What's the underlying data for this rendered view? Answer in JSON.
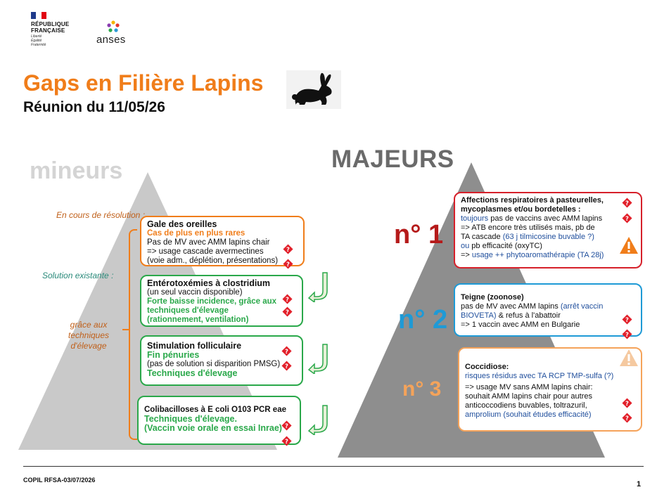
{
  "logos": {
    "republique_line1": "RÉPUBLIQUE",
    "republique_line2": "FRANÇAISE",
    "motto": [
      "Liberté",
      "Égalité",
      "Fraternité"
    ],
    "anses": "anses"
  },
  "title": "Gaps en Filière Lapins",
  "subtitle": "Réunion du 11/05/26",
  "mineurs": "mineurs",
  "majeurs": "MAJEURS",
  "side_labels": {
    "en_cours": "En cours de résolution :",
    "solution": "Solution existante :",
    "grace": "grâce aux techniques d'élevage"
  },
  "minor_boxes": {
    "gale": {
      "title": "Gale des oreilles",
      "highlight": "Cas de plus en plus rares",
      "line1": "Pas de MV avec AMM lapins chair",
      "line2": "=> usage cascade avermectines",
      "line3": "(voie adm., déplétion, présentations)"
    },
    "entero": {
      "title": "Entérotoxémies à clostridium",
      "line1": "(un seul vaccin disponible)",
      "highlight1": "Forte baisse incidence, grâce aux",
      "highlight2": "techniques d'élevage",
      "highlight3": "(rationnement, ventilation)"
    },
    "stim": {
      "title": "Stimulation folliculaire",
      "highlight1": "Fin pénuries",
      "line1": "(pas de solution si disparition PMSG)",
      "highlight2": "Techniques d'élevage"
    },
    "coli": {
      "title": "Colibacilloses à E coli O103 PCR eae",
      "highlight1": "Techniques d'élevage.",
      "highlight2": "(Vaccin voie orale en essai Inrae)"
    }
  },
  "major_boxes": {
    "resp": {
      "title1": "Affections respiratoires à pasteurelles,",
      "title2": "mycoplasmes et/ou bordetelles :",
      "l1_blue": "toujours",
      "l1_rest": " pas de vaccins avec AMM lapins",
      "l2": "=> ATB encore très utilisés mais, pb de",
      "l3_a": "TA cascade ",
      "l3_blue": "(63 j tilmicosine buvable ?)",
      "l4_blue": "ou",
      "l4_rest": " pb efficacité (oxyTC)",
      "l5_a": "=> ",
      "l5_blue": "usage ++ phytoaromathérapie (TA 28j)"
    },
    "teigne": {
      "title": "Teigne (zoonose)",
      "l1_a": "pas de MV avec AMM lapins ",
      "l1_blue": "(arrêt vaccin",
      "l2_blue": "BIOVETA)",
      "l2_rest": "  & refus à l'abattoir",
      "l3": "=> 1 vaccin avec AMM en Bulgarie"
    },
    "cocci": {
      "title": "Coccidiose:",
      "l1_blue": "risques résidus avec TA RCP TMP-sulfa (?)",
      "l2": "=> usage MV sans AMM lapins chair:",
      "l3": "souhait AMM lapins chair pour autres",
      "l4": "anticoccodiens buvables, toltrazuril,",
      "l5_blue": "amprolium (souhait études efficacité)"
    }
  },
  "ranks": {
    "n1": "n° 1",
    "n2": "n° 2",
    "n3": "n° 3"
  },
  "colors": {
    "orange": "#f07d1a",
    "green": "#2aa84a",
    "red": "#d6202a",
    "blue": "#1e9ad6",
    "light_orange": "#f5a35a",
    "text_blue": "#1f4e9c"
  },
  "icons": {
    "question": "red-diamond-question-icon",
    "warning": "warning-triangle-icon",
    "rabbit": "rabbit-silhouette-icon",
    "arrow": "curved-return-arrow-icon"
  },
  "footer": "COPIL RFSA-03/07/2026",
  "page_number": "1"
}
